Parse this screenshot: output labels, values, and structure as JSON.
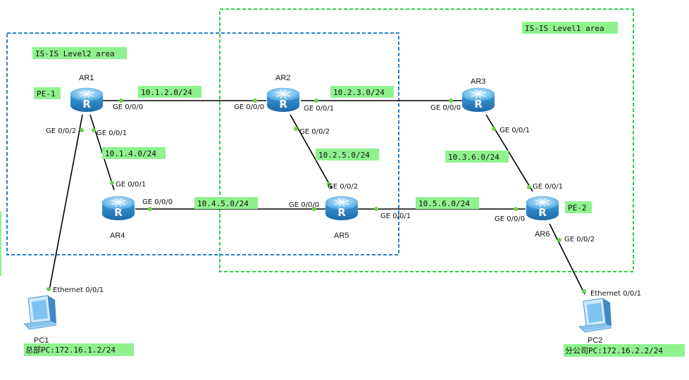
{
  "areas": {
    "level2": {
      "label": "IS-IS Level2 area",
      "color": "#2a7fd4"
    },
    "level1": {
      "label": "IS-IS Level1 area",
      "color": "#2fd24a"
    }
  },
  "colors": {
    "highlight": "#8ff28f",
    "port": "#6fd04a",
    "link": "#000000"
  },
  "routers": {
    "ar1": {
      "name": "AR1",
      "tag": "PE-1"
    },
    "ar2": {
      "name": "AR2"
    },
    "ar3": {
      "name": "AR3"
    },
    "ar4": {
      "name": "AR4"
    },
    "ar5": {
      "name": "AR5"
    },
    "ar6": {
      "name": "AR6",
      "tag": "PE-2"
    }
  },
  "pcs": {
    "pc1": {
      "name": "PC1",
      "info": "总部PC:172.16.1.2/24"
    },
    "pc2": {
      "name": "PC2",
      "info": "分公司PC:172.16.2.2/24"
    }
  },
  "subnets": {
    "ar1_ar2": "10.1.2.0/24",
    "ar2_ar3": "10.2.3.0/24",
    "ar1_ar4": "10.1.4.0/24",
    "ar2_ar5": "10.2.5.0/24",
    "ar3_ar6": "10.3.6.0/24",
    "ar4_ar5": "10.4.5.0/24",
    "ar5_ar6": "10.5.6.0/24"
  },
  "ports": {
    "ar1_g000": "GE 0/0/0",
    "ar2_g000": "GE 0/0/0",
    "ar2_g001": "GE 0/0/1",
    "ar3_g000": "GE 0/0/0",
    "ar1_g002": "GE 0/0/2",
    "ar1_g001": "GE 0/0/1",
    "ar2_g002": "GE 0/0/2",
    "ar3_g001": "GE 0/0/1",
    "ar4_g001": "GE 0/0/1",
    "ar4_g000": "GE 0/0/0",
    "ar5_g000": "GE 0/0/0",
    "ar5_g002": "GE 0/0/2",
    "ar5_g001": "GE 0/0/1",
    "ar6_g001": "GE 0/0/1",
    "ar6_g000": "GE 0/0/0",
    "ar6_g002": "GE 0/0/2",
    "pc1_eth": "Ethernet 0/0/1",
    "pc2_eth": "Ethernet 0/0/1"
  }
}
